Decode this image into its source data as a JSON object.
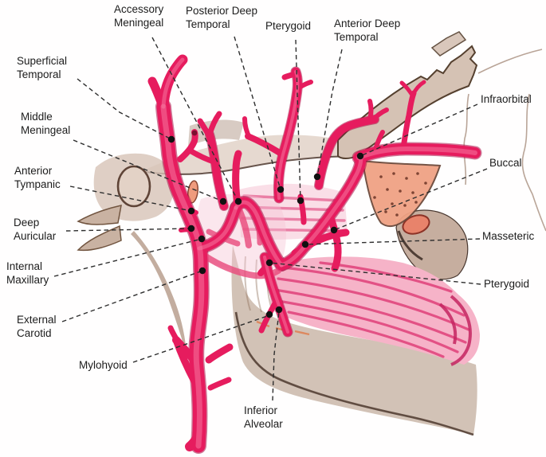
{
  "labels": [
    {
      "id": "accessory-meningeal",
      "text": "Accessory Meningeal"
    },
    {
      "id": "posterior-deep-temporal",
      "text": "Posterior Deep Temporal"
    },
    {
      "id": "pterygoid-superior",
      "text": "Pterygoid"
    },
    {
      "id": "anterior-deep-temporal",
      "text": "Anterior Deep Temporal"
    },
    {
      "id": "superficial-temporal",
      "text": "Superficial Temporal"
    },
    {
      "id": "infraorbital",
      "text": "Infraorbital"
    },
    {
      "id": "middle-meningeal",
      "text": "Middle Meningeal"
    },
    {
      "id": "buccal",
      "text": "Buccal"
    },
    {
      "id": "anterior-tympanic",
      "text": "Anterior Tympanic"
    },
    {
      "id": "deep-auricular",
      "text": "Deep Auricular"
    },
    {
      "id": "masseteric",
      "text": "Masseteric"
    },
    {
      "id": "internal-maxillary",
      "text": "Internal Maxillary"
    },
    {
      "id": "pterygoid-inferior",
      "text": "Pterygoid"
    },
    {
      "id": "external-carotid",
      "text": "External Carotid"
    },
    {
      "id": "mylohyoid",
      "text": "Mylohyoid"
    },
    {
      "id": "inferior-alveolar",
      "text": "Inferior Alveolar"
    }
  ],
  "colors": {
    "artery_main": "#e61c5e",
    "artery_shadow": "#a80d44",
    "artery_highlight": "#f77ba3",
    "muscle_pink": "#f6b3c8",
    "muscle_striation": "#e0407a",
    "bone_tan": "#d5c2b4",
    "bone_outline": "#55402f",
    "mucosa_salmon": "#f0a284",
    "leader_line": "#2e2e2e",
    "leader_dot": "#111111",
    "label_text": "#1c1c1c",
    "background": "#ffffff"
  }
}
